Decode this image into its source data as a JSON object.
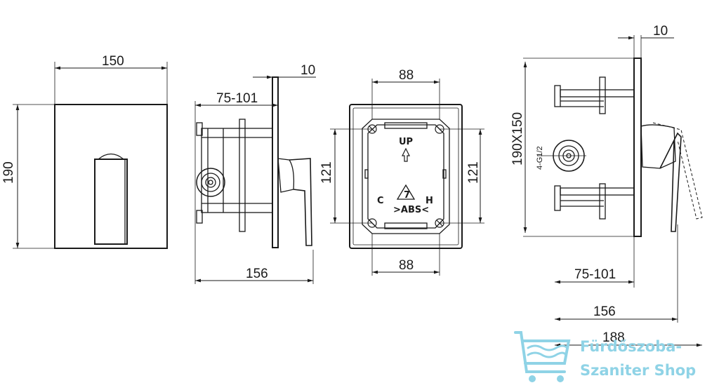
{
  "front_view": {
    "width": "150",
    "height": "190"
  },
  "side_view": {
    "depth_range": "75-101",
    "plate": "10",
    "total": "156"
  },
  "box_view": {
    "top": "88",
    "bottom": "88",
    "left": "121",
    "right": "121",
    "up_label": "UP",
    "c_label": "C",
    "h_label": "H",
    "recycle": "7",
    "abs": ">ABS<"
  },
  "section_view": {
    "plate": "10",
    "size": "190X150",
    "thread": "4-G1/2",
    "depth_range": "75-101",
    "total": "156",
    "overall": "188"
  },
  "watermark": {
    "line1": "Fürdőszoba-",
    "line2": "Szaniter Shop",
    "color": "#8fd3e6"
  }
}
